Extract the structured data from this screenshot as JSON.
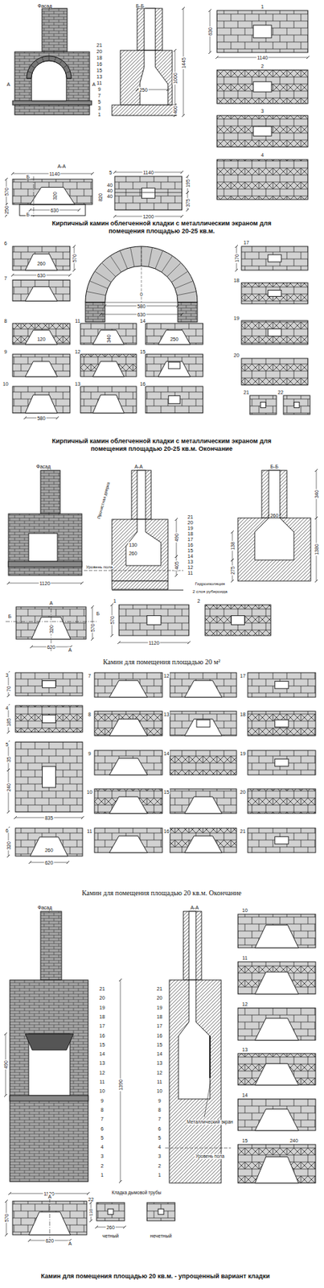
{
  "diagram": {
    "labels": [
      "Фасад",
      "Б-Б",
      "21",
      "20",
      "18",
      "16",
      "15",
      "13",
      "11",
      "9",
      "7",
      "5",
      "3",
      "1",
      "А",
      "А",
      "250",
      "1000",
      "1445",
      "400",
      "1",
      "630",
      "1140",
      "2",
      "3",
      "4",
      "А-А",
      "1140",
      "570",
      "250",
      "320",
      "630",
      "Б",
      "Б",
      "5",
      "1140",
      "195",
      "40",
      "40",
      "40",
      "820",
      "375",
      "1200",
      "Кирпичный камин облегченной кладки с металлическим экраном для помещения площадью 20-25 кв.м.",
      "6",
      "260",
      "570",
      "630",
      "7",
      "8",
      "120",
      "9",
      "10",
      "580",
      "0",
      "580",
      "630",
      "11",
      "340",
      "12",
      "13",
      "14",
      "250",
      "15",
      "16",
      "17",
      "170",
      "18",
      "19",
      "20",
      "21",
      "22",
      "Кирпичный камин облегченной кладки с металлическим экраном для помещения площадью 20-25 кв.м. Окончание",
      "Фасад",
      "А-А",
      "Б-Б",
      "Прочистная дверка",
      "130",
      "260",
      "490",
      "405",
      "Уровень пола",
      "21",
      "20",
      "19",
      "18",
      "17",
      "16",
      "15",
      "14",
      "13",
      "12",
      "11",
      "Гидроизоляция",
      "2 слоя рубероида",
      "260",
      "340",
      "1380",
      "138",
      "275",
      "1120",
      "А",
      "Б",
      "Б",
      "320",
      "570",
      "А",
      "620",
      "570",
      "1120",
      "1",
      "2",
      "Камин для помещения площадью 20 м²",
      "3",
      "70",
      "4",
      "185",
      "5",
      "35",
      "240",
      "835",
      "6",
      "320",
      "260",
      "620",
      "7",
      "8",
      "9",
      "10",
      "11",
      "12",
      "13",
      "14",
      "15",
      "16",
      "17",
      "18",
      "19",
      "20",
      "21",
      "Камин для помещения площадью 20 кв.м. Окончание",
      "Фасад",
      "21",
      "20",
      "19",
      "18",
      "17",
      "16",
      "15",
      "14",
      "13",
      "12",
      "11",
      "10",
      "9",
      "8",
      "7",
      "6",
      "5",
      "4",
      "3",
      "2",
      "1",
      "490",
      "1390",
      "1120",
      "А-А",
      "21",
      "20",
      "19",
      "18",
      "17",
      "16",
      "15",
      "14",
      "13",
      "12",
      "11",
      "10",
      "9",
      "8",
      "7",
      "6",
      "5",
      "4",
      "3",
      "2",
      "1",
      "Металлический экран",
      "Уровень пола",
      "10",
      "11",
      "12",
      "13",
      "14",
      "15",
      "240",
      "А",
      "570",
      "А",
      "620",
      "Кладка дымовой трубы",
      "22",
      "130",
      "260",
      "четный",
      "нечетный",
      "Камин для помещения площадью 20 кв.м. - упрощенный вариант кладки"
    ]
  }
}
